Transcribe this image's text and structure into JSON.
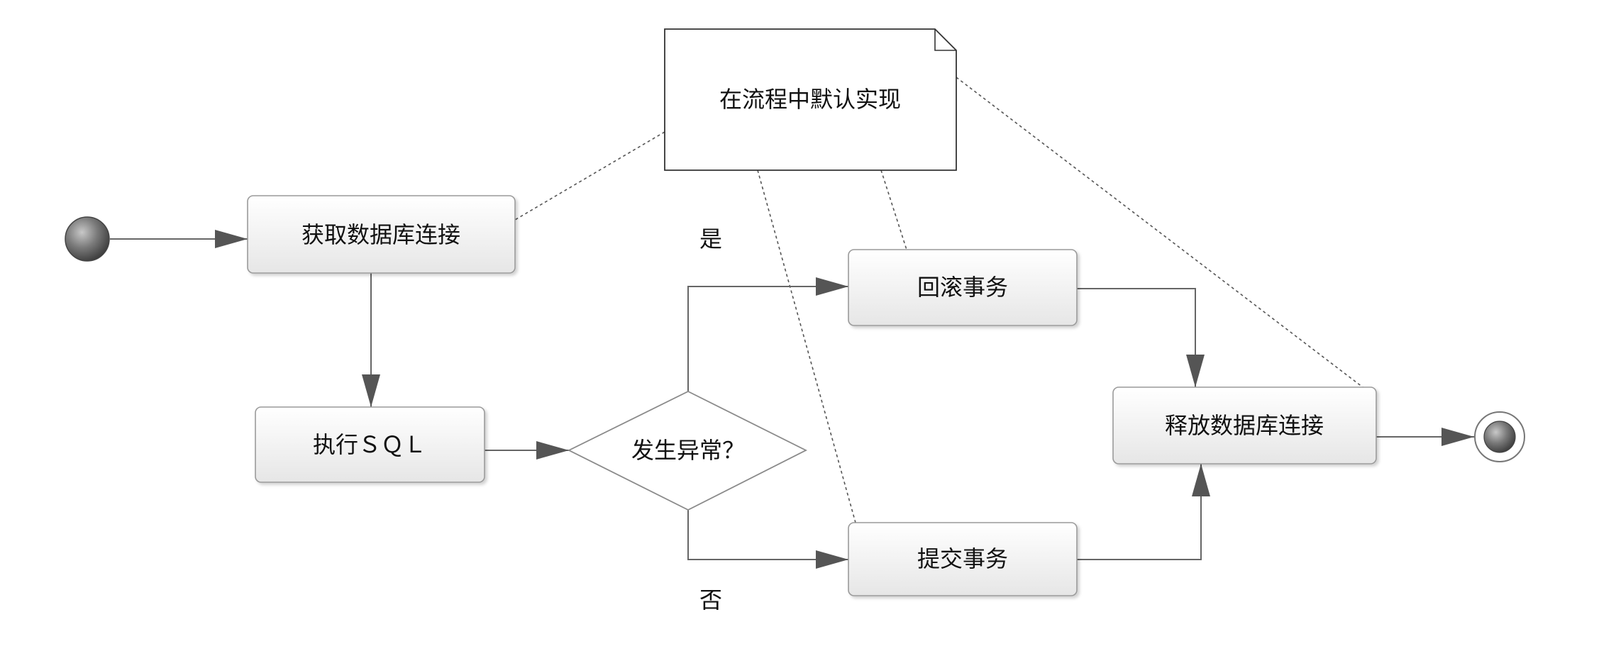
{
  "diagram": {
    "nodes": {
      "get_connection": "获取数据库连接",
      "execute_sql": "执行ＳＱＬ",
      "decision": "发生异常？",
      "rollback": "回滚事务",
      "commit": "提交事务",
      "release_connection": "释放数据库连接"
    },
    "note": "在流程中默认实现",
    "branch_labels": {
      "yes": "是",
      "no": "否"
    },
    "colors": {
      "line": "#666666",
      "box_fill_top": "#ffffff",
      "box_fill_bottom": "#e6e6e6",
      "node_border": "#9a9a9a"
    }
  }
}
